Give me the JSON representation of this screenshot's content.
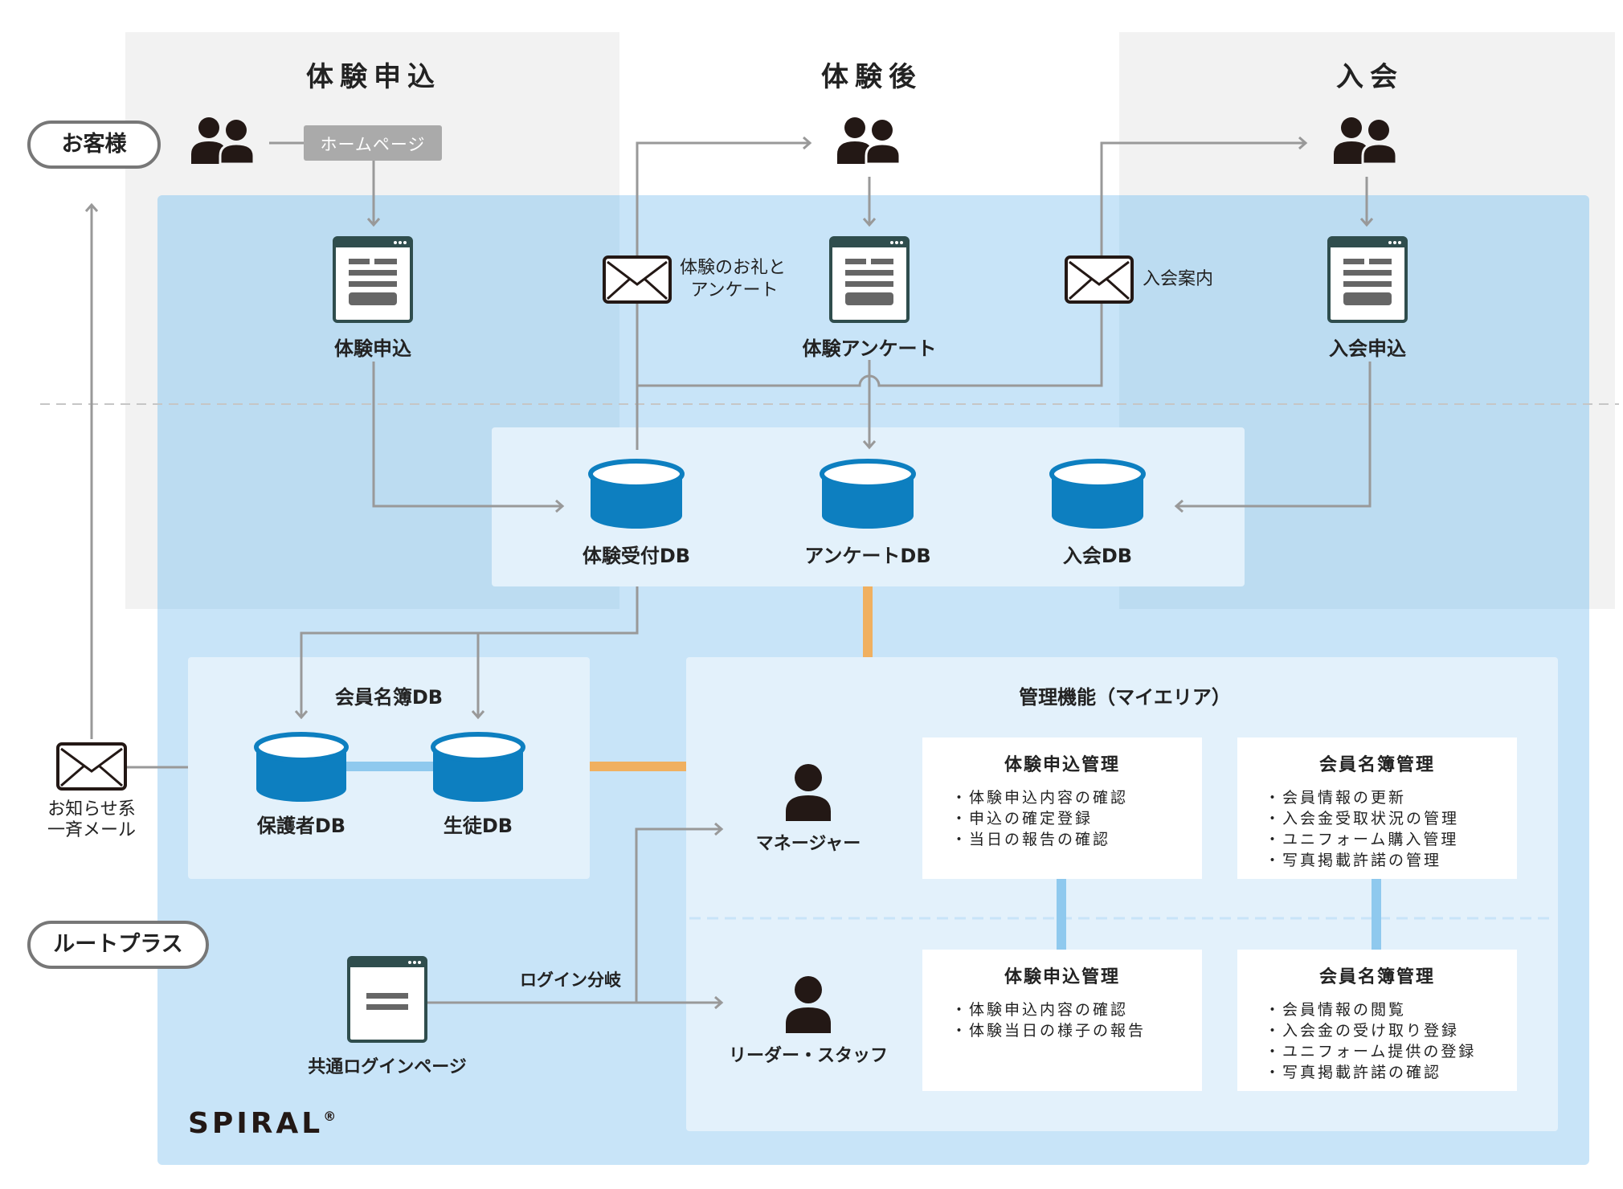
{
  "phases": {
    "trial_apply": "体験申込",
    "after_trial": "体験後",
    "join": "入会"
  },
  "actors": {
    "customer": "お客様",
    "rootplus": "ルートプラス"
  },
  "homepage_label": "ホームページ",
  "forms": {
    "trial_apply": "体験申込",
    "trial_survey": "体験アンケート",
    "join_apply": "入会申込"
  },
  "mails": {
    "thanks_survey": [
      "体験のお礼と",
      "アンケート"
    ],
    "join_guide": "入会案内",
    "notice": [
      "お知らせ系",
      "一斉メール"
    ]
  },
  "databases": {
    "trial_reception": "体験受付DB",
    "survey": "アンケートDB",
    "join": "入会DB"
  },
  "member_db": {
    "title": "会員名簿DB",
    "guardian": "保護者DB",
    "student": "生徒DB"
  },
  "admin": {
    "title": "管理機能（マイエリア）",
    "manager": "マネージャー",
    "leader_staff": "リーダー・スタッフ",
    "manager_cards": [
      {
        "title": "体験申込管理",
        "items": [
          "・体験申込内容の確認",
          "・申込の確定登録",
          "・当日の報告の確認"
        ]
      },
      {
        "title": "会員名簿管理",
        "items": [
          "・会員情報の更新",
          "・入会金受取状況の管理",
          "・ユニフォーム購入管理",
          "・写真掲載許諾の管理"
        ]
      }
    ],
    "staff_cards": [
      {
        "title": "体験申込管理",
        "items": [
          "・体験申込内容の確認",
          "・体験当日の様子の報告"
        ]
      },
      {
        "title": "会員名簿管理",
        "items": [
          "・会員情報の閲覧",
          "・入会金の受け取り登録",
          "・ユニフォーム提供の登録",
          "・写真掲載許諾の確認"
        ]
      }
    ]
  },
  "login": {
    "page": "共通ログインページ",
    "branch": "ログイン分岐"
  },
  "brand": "SPIRAL",
  "brand_mark": "®",
  "colors": {
    "panel_blue": "#c8e4f8",
    "db_blue": "#0d7fc0",
    "orange_link": "#f0b060",
    "phase_gray": "#f2f2f2"
  }
}
